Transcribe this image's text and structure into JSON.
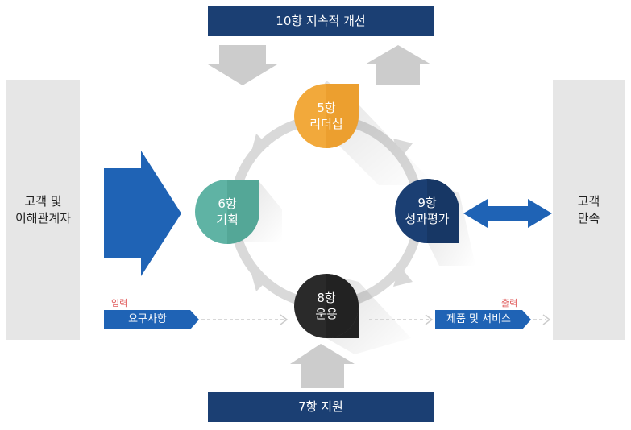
{
  "top_bar": "10항 지속적 개선",
  "bottom_bar": "7항 지원",
  "left_box": "고객 및\n이해관계자",
  "right_box": "고객\n만족",
  "nodes": {
    "leadership": {
      "line1": "5항",
      "line2": "리더십",
      "color": "#f2a93b"
    },
    "planning": {
      "line1": "6항",
      "line2": "기획",
      "color": "#5fb3a4"
    },
    "evaluation": {
      "line1": "9항",
      "line2": "성과평가",
      "color": "#1b3f73"
    },
    "operation": {
      "line1": "8항",
      "line2": "운용",
      "color": "#2a2a2a"
    }
  },
  "input": {
    "tag": "입력",
    "label": "요구사항"
  },
  "output": {
    "tag": "출력",
    "label": "제품 및 서비스"
  },
  "colors": {
    "accent_blue": "#1f63b5",
    "gray_arrow": "#cccccc",
    "ring": "#d9d9d9"
  }
}
